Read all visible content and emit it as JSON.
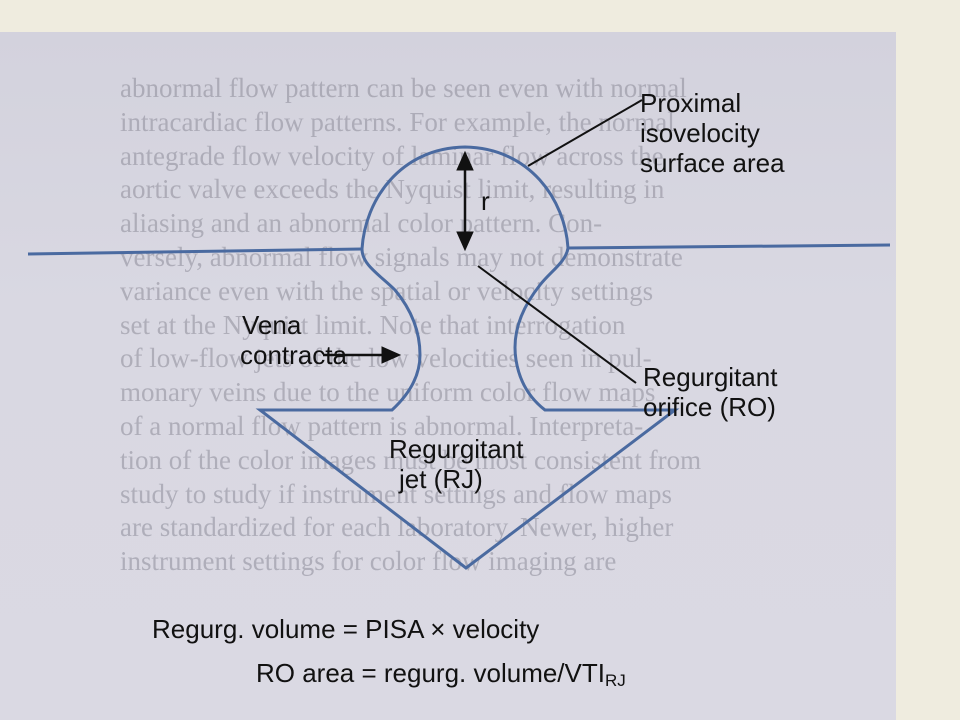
{
  "background_text": [
    "abnormal flow pattern can be seen even with normal",
    "intracardiac flow patterns. For example, the normal",
    "antegrade flow velocity of laminar flow across the",
    "aortic valve exceeds the Nyquist limit, resulting in",
    "aliasing and an abnormal color pattern. Con-",
    "versely, abnormal flow signals may not demonstrate",
    "variance even with the spatial or velocity settings",
    "set at the Nyquist limit. Note that interrogation",
    "of low-flow jets of the low velocities seen in pul-",
    "monary veins due to the uniform color flow maps",
    "of a normal flow pattern is abnormal. Interpreta-",
    "tion of the color images must be most consistent from",
    "study to study if instrument settings and flow maps",
    "are standardized for each laboratory. Newer, higher",
    "instrument settings for color flow imaging are"
  ],
  "labels": {
    "pisa": [
      "Proximal",
      "isovelocity",
      "surface area"
    ],
    "radius": "r",
    "vena": [
      "Vena",
      "contracta"
    ],
    "ro": [
      "Regurgitant",
      "orifice (RO)"
    ],
    "jet": [
      "Regurgitant",
      "jet (RJ)"
    ]
  },
  "formulas": {
    "line1": "Regurg. volume = PISA × velocity",
    "line2_main": "RO area = regurg. volume/VTI",
    "line2_sub": "RJ"
  },
  "colors": {
    "outline": "#4a6aa0",
    "text": "#111111"
  }
}
